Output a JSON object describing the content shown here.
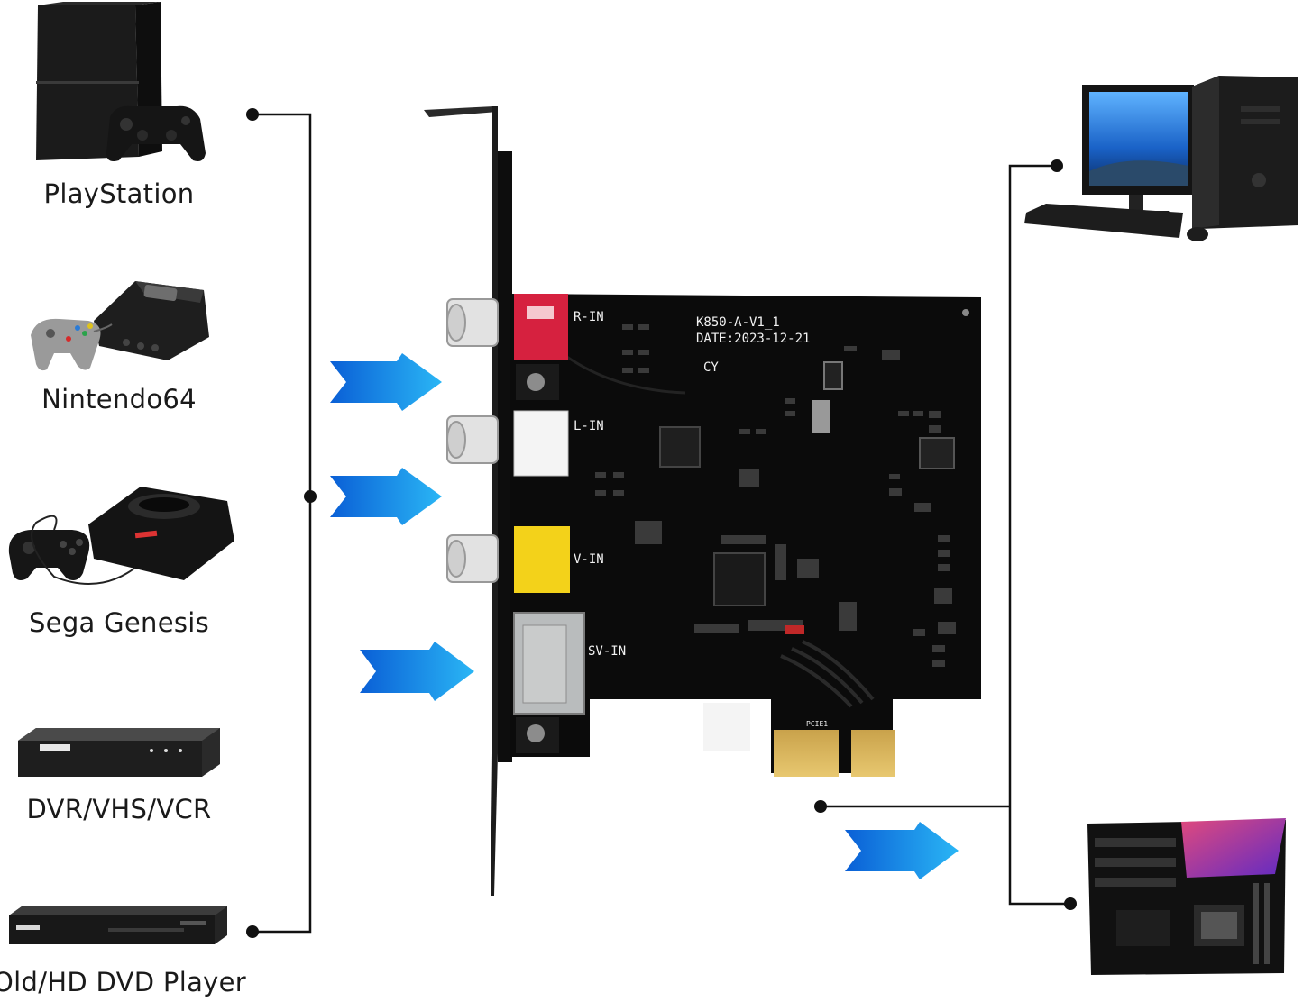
{
  "sources": [
    {
      "label": "PlayStation",
      "icon": "playstation-console-icon"
    },
    {
      "label": "Nintendo64",
      "icon": "nintendo64-console-icon"
    },
    {
      "label": "Sega Genesis",
      "icon": "sega-genesis-console-icon"
    },
    {
      "label": "DVR/VHS/VCR",
      "icon": "dvr-box-icon"
    },
    {
      "label": "Old/HD DVD Player",
      "icon": "dvd-player-icon"
    }
  ],
  "card": {
    "model": "K850-A-V1_1",
    "date": "DATE:2023-12-21",
    "cy": "CY",
    "ports": [
      "R-IN",
      "L-IN",
      "V-IN",
      "SV-IN"
    ],
    "slot": "PCIE1",
    "port_colors": {
      "r_in": "#d6213f",
      "l_in": "#f4f4f4",
      "v_in": "#f3d21a",
      "sv_in": "#b9bcbd"
    }
  },
  "targets": [
    {
      "icon": "desktop-computer-icon"
    },
    {
      "icon": "motherboard-icon"
    }
  ],
  "colors": {
    "arrow": "#1d8ff2",
    "line": "#111111",
    "pcb": "#0b0b0b"
  }
}
